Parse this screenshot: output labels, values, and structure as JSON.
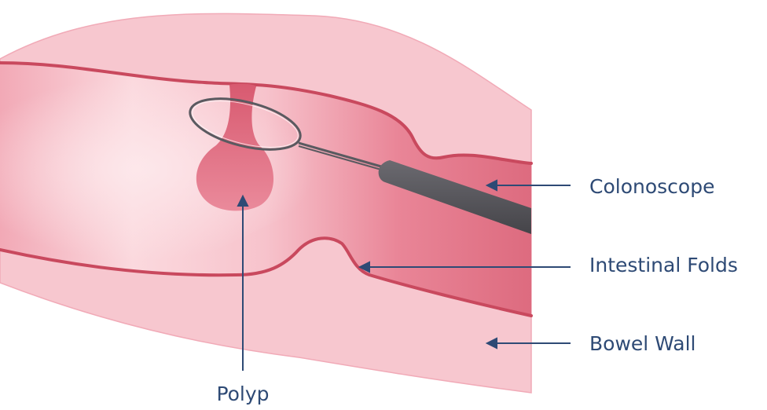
{
  "labels": {
    "colonoscope": "Colonoscope",
    "intestinal_folds": "Intestinal Folds",
    "bowel_wall": "Bowel Wall",
    "polyp": "Polyp"
  },
  "colors": {
    "bowel_wall": "#f7c7cf",
    "lumen": "#f3a9b6",
    "fold_line": "#c9495e",
    "polyp": "#e27a8e",
    "scope": "#555359",
    "wire": "#5a5a60",
    "arrow": "#2e4a75"
  }
}
